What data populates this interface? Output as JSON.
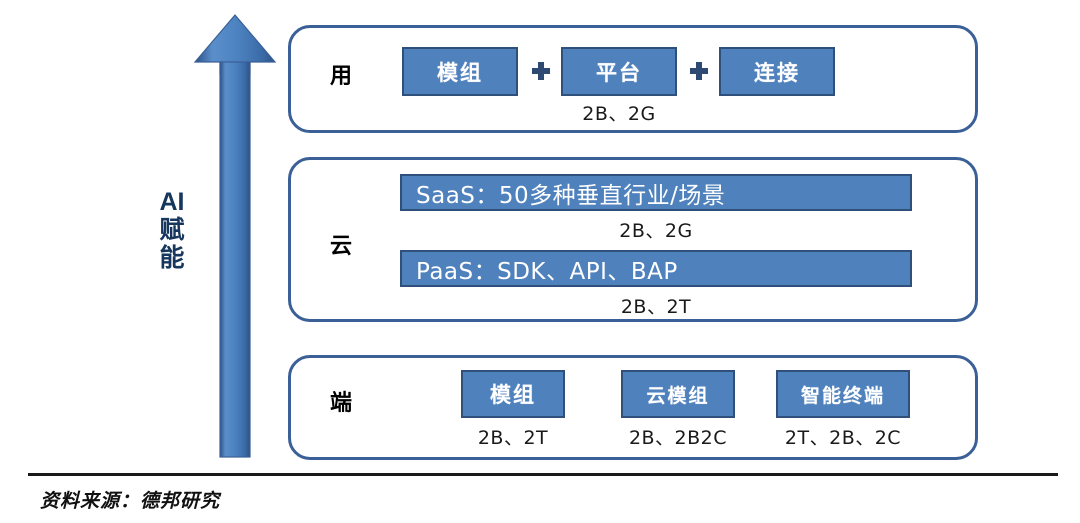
{
  "figure": {
    "arrow": {
      "icon": "up-arrow-icon",
      "label_lines": [
        "AI",
        "赋",
        "能"
      ],
      "color": "#4F81BD"
    },
    "layers": [
      {
        "id": "yong",
        "label": "用",
        "boxes": [
          {
            "text": "模组",
            "caption": ""
          },
          {
            "text": "平台",
            "caption": "2B、2G"
          },
          {
            "text": "连接",
            "caption": ""
          }
        ],
        "connectors": [
          "plus-icon",
          "plus-icon"
        ]
      },
      {
        "id": "yun",
        "label": "云",
        "bars": [
          {
            "text": "SaaS：50多种垂直行业/场景",
            "caption": "2B、2G"
          },
          {
            "text": "PaaS：SDK、API、BAP",
            "caption": "2B、2T"
          }
        ]
      },
      {
        "id": "duan",
        "label": "端",
        "boxes": [
          {
            "text": "模组",
            "caption": "2B、2T"
          },
          {
            "text": "云模组",
            "caption": "2B、2B2C"
          },
          {
            "text": "智能终端",
            "caption": "2T、2B、2C"
          }
        ]
      }
    ],
    "footer": {
      "source": "资料来源：德邦研究"
    },
    "colors": {
      "box_fill": "#4F81BD",
      "box_border": "#30507C",
      "container_border": "#3A6097",
      "label_navy": "#17365D",
      "background": "#FFFFFF"
    }
  }
}
